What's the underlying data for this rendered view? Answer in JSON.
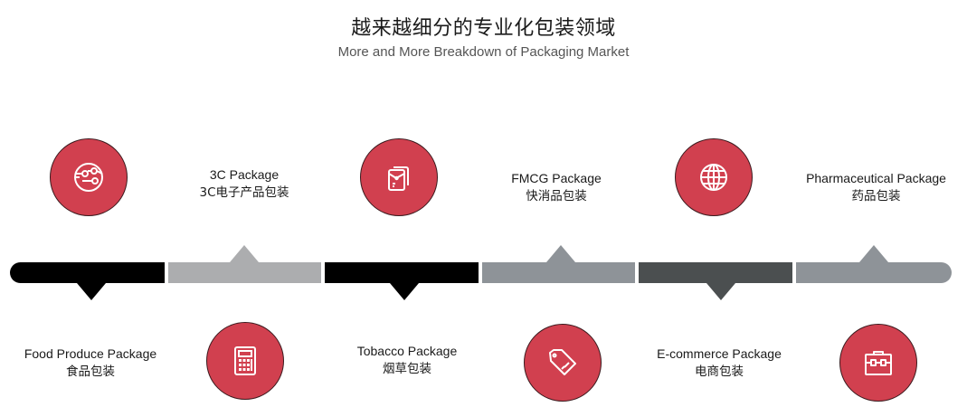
{
  "header": {
    "title": "越来越细分的专业化包装领域",
    "subtitle": "More and More Breakdown of Packaging Market"
  },
  "colors": {
    "circle_fill": "#d1404f",
    "circle_stroke": "#3a1a1e",
    "icon_stroke": "#ffffff"
  },
  "timeline": {
    "segments": [
      {
        "color": "#000000",
        "pointer": "down"
      },
      {
        "color": "#acadaf",
        "pointer": "up"
      },
      {
        "color": "#000000",
        "pointer": "down"
      },
      {
        "color": "#8e9398",
        "pointer": "up"
      },
      {
        "color": "#4b4f50",
        "pointer": "down"
      },
      {
        "color": "#8e9398",
        "pointer": "up"
      }
    ]
  },
  "items": [
    {
      "en": "Food Produce Package",
      "zh": "食品包装",
      "icon": "circuit-icon",
      "position": "below"
    },
    {
      "en": "3C Package",
      "zh": "3C电子产品包装",
      "icon": "calculator-icon",
      "position": "above"
    },
    {
      "en": "Tobacco Package",
      "zh": "烟草包装",
      "icon": "envelope-documents-icon",
      "position": "below"
    },
    {
      "en": "FMCG Package",
      "zh": "快消品包装",
      "icon": "price-tag-icon",
      "position": "above"
    },
    {
      "en": "E-commerce Package",
      "zh": "电商包装",
      "icon": "globe-icon",
      "position": "below"
    },
    {
      "en": "Pharmaceutical Package",
      "zh": "药品包装",
      "icon": "toolbox-icon",
      "position": "above"
    }
  ]
}
